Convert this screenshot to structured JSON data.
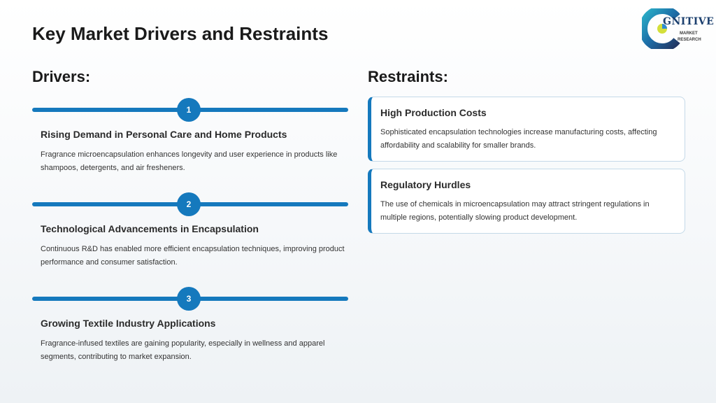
{
  "page_title": "Key Market Drivers and Restraints",
  "logo": {
    "word": "GNITIVE",
    "sub_line1": "MARKET",
    "sub_line2": "RESEARCH"
  },
  "drivers": {
    "heading": "Drivers:",
    "items": [
      {
        "number": "1",
        "title": "Rising Demand in Personal Care and Home Products",
        "description": "Fragrance microencapsulation enhances longevity and user experience in products like shampoos, detergents, and air fresheners."
      },
      {
        "number": "2",
        "title": "Technological Advancements in Encapsulation",
        "description": "Continuous R&D has enabled more efficient encapsulation techniques, improving product performance and consumer satisfaction."
      },
      {
        "number": "3",
        "title": "Growing Textile Industry Applications",
        "description": "Fragrance-infused textiles are gaining popularity, especially in wellness and apparel segments, contributing to market expansion."
      }
    ]
  },
  "restraints": {
    "heading": "Restraints:",
    "items": [
      {
        "title": "High Production Costs",
        "description": "Sophisticated encapsulation technologies increase manufacturing costs, affecting affordability and scalability for smaller brands."
      },
      {
        "title": "Regulatory Hurdles",
        "description": "The use of chemicals in microencapsulation may attract stringent regulations in multiple regions, potentially slowing product development."
      }
    ]
  },
  "colors": {
    "accent": "#1579bd",
    "card_border": "#c4d9e8",
    "title_text": "#1a1a1a"
  }
}
